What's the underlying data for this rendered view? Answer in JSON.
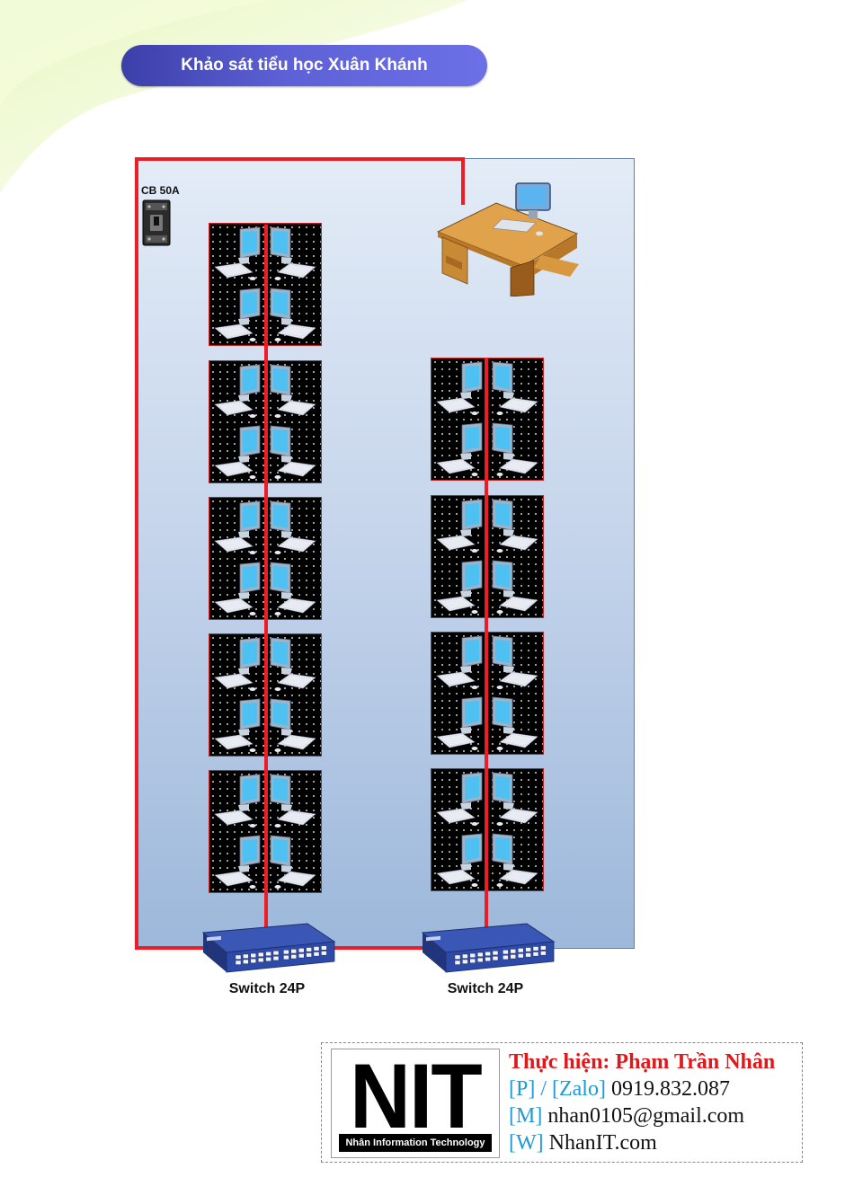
{
  "title": "Khảo sát tiểu học Xuân Khánh",
  "breaker": {
    "label": "CB 50A"
  },
  "switches": [
    {
      "label": "Switch 24P"
    },
    {
      "label": "Switch 24P"
    }
  ],
  "credits": {
    "logo_text": "NIT",
    "logo_tagline": "Nhân Information Technology",
    "author": "Thực hiện: Phạm Trần Nhân",
    "phone_label": "[P] / [Zalo]",
    "phone": "0919.832.087",
    "email_label": "[M]",
    "email": "nhan0105@gmail.com",
    "web_label": "[W]",
    "web": "NhanIT.com"
  },
  "colors": {
    "power_cable": "#ee1c24",
    "data_cable": "#ee1c24",
    "title_pill": "#5a5ed2",
    "room_fill": "#c7d6ec"
  },
  "icons": {
    "computer": "desktop-computer-icon",
    "teacher_station": "computer-desk-icon",
    "breaker": "circuit-breaker-icon",
    "switch": "network-switch-icon"
  }
}
